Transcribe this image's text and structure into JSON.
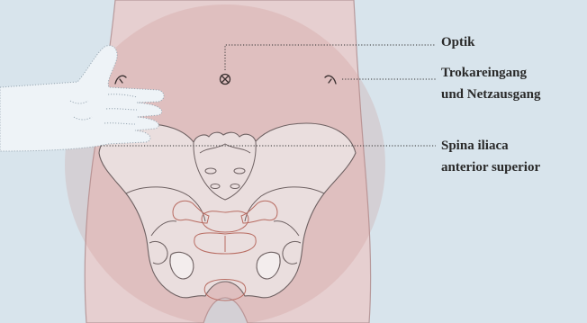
{
  "labels": {
    "optik": "Optik",
    "trokar_line1": "Trokareingang",
    "trokar_line2": "und Netzausgang",
    "spina_line1": "Spina iliaca",
    "spina_line2": "anterior superior"
  },
  "icons": {
    "optik_marker": "crossed-circle-icon",
    "trocar_mark": "trocar-entry-mark-icon"
  },
  "colors": {
    "background": "#d8e4ec",
    "skin": "#e6cfd0",
    "circle_overlay": "#c98a82",
    "bone": "#ece3e3",
    "organ_light": "#e6ad9f",
    "organ_dark": "#dc8274",
    "organ_bottom": "#e7aaa6",
    "hand": "#eef3f7",
    "text": "#2a2a2a"
  }
}
